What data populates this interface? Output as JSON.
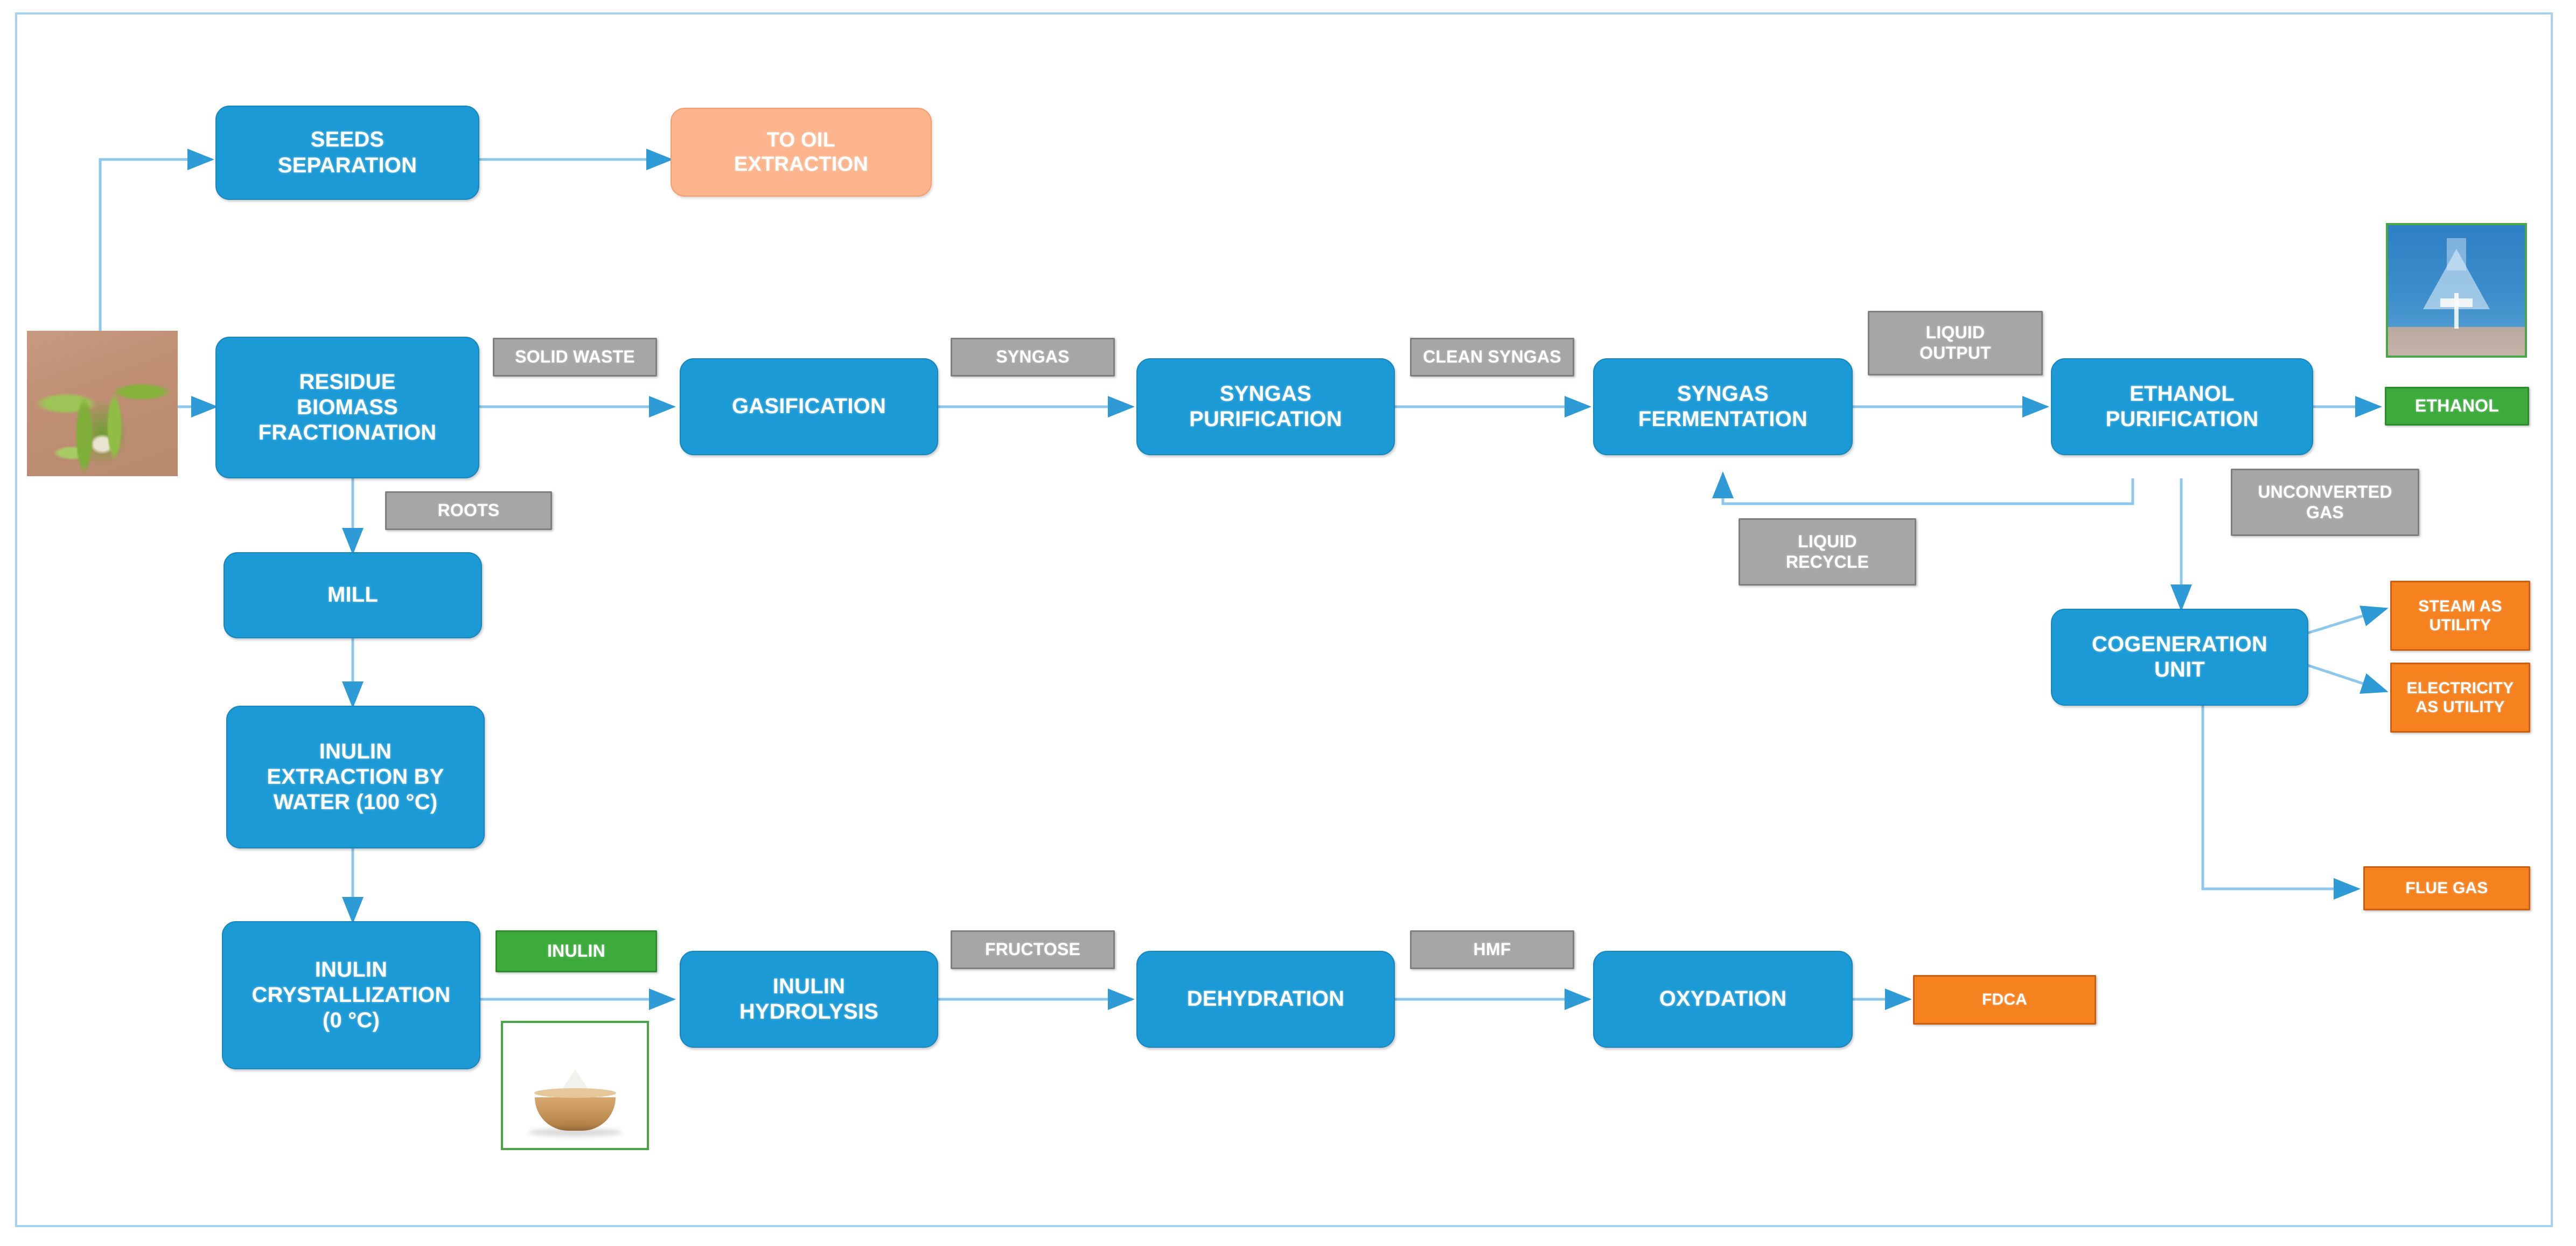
{
  "diagram": {
    "title": "Agave biorefinery process flow diagram",
    "colors": {
      "process": "#1b9ad6",
      "stream_label": "#a6a6a6",
      "product_green": "#3cab3c",
      "product_orange": "#f5811f",
      "peach": "#fbb48c",
      "wire": "#8ec7ec",
      "frame": "#a8d3f0"
    }
  },
  "processes": {
    "seeds_separation": "SEEDS\nSEPARATION",
    "seeds_separation_l1": "SEEDS",
    "seeds_separation_l2": "SEPARATION",
    "residue_biomass_l1": "RESIDUE",
    "residue_biomass_l2": "BIOMASS",
    "residue_biomass_l3": "FRACTIONATION",
    "gasification": "GASIFICATION",
    "syngas_purification_l1": "SYNGAS",
    "syngas_purification_l2": "PURIFICATION",
    "syngas_fermentation_l1": "SYNGAS",
    "syngas_fermentation_l2": "FERMENTATION",
    "ethanol_purification_l1": "ETHANOL",
    "ethanol_purification_l2": "PURIFICATION",
    "cogeneration_l1": "COGENERATION",
    "cogeneration_l2": "UNIT",
    "mill": "MILL",
    "inulin_extraction_l1": "INULIN",
    "inulin_extraction_l2": "EXTRACTION BY",
    "inulin_extraction_l3": "WATER (100 °C)",
    "inulin_crystallization_l1": "INULIN",
    "inulin_crystallization_l2": "CRYSTALLIZATION",
    "inulin_crystallization_l3": "(0 °C)",
    "inulin_hydrolysis_l1": "INULIN",
    "inulin_hydrolysis_l2": "HYDROLYSIS",
    "dehydration": "DEHYDRATION",
    "oxydation": "OXYDATION"
  },
  "streams": {
    "solid_waste": "SOLID WASTE",
    "syngas": "SYNGAS",
    "clean_syngas": "CLEAN SYNGAS",
    "liquid_output_l1": "LIQUID",
    "liquid_output_l2": "OUTPUT",
    "liquid_recycle_l1": "LIQUID",
    "liquid_recycle_l2": "RECYCLE",
    "unconverted_gas_l1": "UNCONVERTED",
    "unconverted_gas_l2": "GAS",
    "roots": "ROOTS",
    "inulin": "INULIN",
    "fructose": "FRUCTOSE",
    "hmf": "HMF"
  },
  "products": {
    "to_oil_extraction_l1": "TO OIL",
    "to_oil_extraction_l2": "EXTRACTION",
    "ethanol": "ETHANOL",
    "steam_as_utility_l1": "STEAM AS",
    "steam_as_utility_l2": "UTILITY",
    "electricity_as_utility_l1": "ELECTRICITY",
    "electricity_as_utility_l2": "AS UTILITY",
    "flue_gas": "FLUE GAS",
    "fdca": "FDCA"
  },
  "images": {
    "agave_plant": "agave-plant-photo",
    "ethanol_flask": "ethanol-flask-photo",
    "inulin_powder": "inulin-powder-bowl-photo"
  },
  "flow_edges": [
    {
      "from": "agave_plant",
      "to": "seeds_separation",
      "label": ""
    },
    {
      "from": "agave_plant",
      "to": "residue_biomass_fractionation",
      "label": ""
    },
    {
      "from": "seeds_separation",
      "to": "to_oil_extraction",
      "label": ""
    },
    {
      "from": "residue_biomass_fractionation",
      "to": "gasification",
      "label": "SOLID WASTE"
    },
    {
      "from": "residue_biomass_fractionation",
      "to": "mill",
      "label": "ROOTS"
    },
    {
      "from": "gasification",
      "to": "syngas_purification",
      "label": "SYNGAS"
    },
    {
      "from": "syngas_purification",
      "to": "syngas_fermentation",
      "label": "CLEAN SYNGAS"
    },
    {
      "from": "syngas_fermentation",
      "to": "ethanol_purification",
      "label": "LIQUID OUTPUT"
    },
    {
      "from": "ethanol_purification",
      "to": "ethanol",
      "label": ""
    },
    {
      "from": "ethanol_purification",
      "to": "syngas_fermentation",
      "label": "LIQUID RECYCLE"
    },
    {
      "from": "ethanol_purification",
      "to": "cogeneration_unit",
      "label": "UNCONVERTED GAS"
    },
    {
      "from": "ethanol_purification",
      "to": "flue_gas",
      "label": ""
    },
    {
      "from": "cogeneration_unit",
      "to": "steam_as_utility",
      "label": ""
    },
    {
      "from": "cogeneration_unit",
      "to": "electricity_as_utility",
      "label": ""
    },
    {
      "from": "mill",
      "to": "inulin_extraction",
      "label": ""
    },
    {
      "from": "inulin_extraction",
      "to": "inulin_crystallization",
      "label": ""
    },
    {
      "from": "inulin_crystallization",
      "to": "inulin_hydrolysis",
      "label": "INULIN"
    },
    {
      "from": "inulin_hydrolysis",
      "to": "dehydration",
      "label": "FRUCTOSE"
    },
    {
      "from": "dehydration",
      "to": "oxydation",
      "label": "HMF"
    },
    {
      "from": "oxydation",
      "to": "fdca",
      "label": ""
    }
  ]
}
